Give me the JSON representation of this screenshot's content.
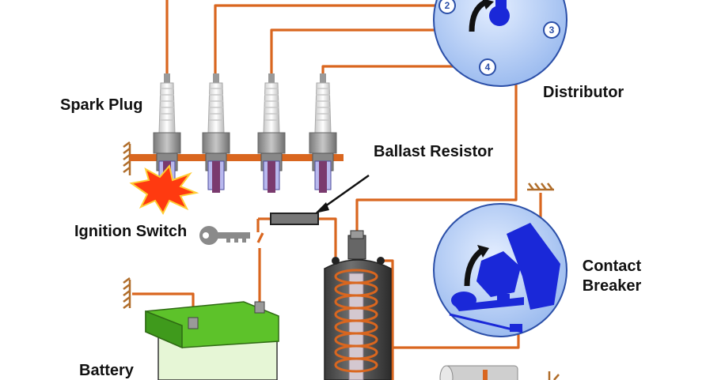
{
  "labels": {
    "spark_plug": "Spark Plug",
    "distributor": "Distributor",
    "ballast_resistor": "Ballast Resistor",
    "ignition_switch": "Ignition Switch",
    "contact_breaker_line1": "Contact",
    "contact_breaker_line2": "Breaker",
    "battery": "Battery"
  },
  "distributor_terminals": [
    "2",
    "3",
    "4"
  ],
  "colors": {
    "wire": "#d9661f",
    "rotor_blue": "#1a28d8",
    "disc_fill": "#a8c4f0",
    "disc_stroke": "#2b4fa8",
    "battery_top": "#5dc22a",
    "battery_body": "#e6f6d6",
    "coil_body": "#555555",
    "spark": "#ff3a10",
    "mount": "#b06d2a"
  }
}
